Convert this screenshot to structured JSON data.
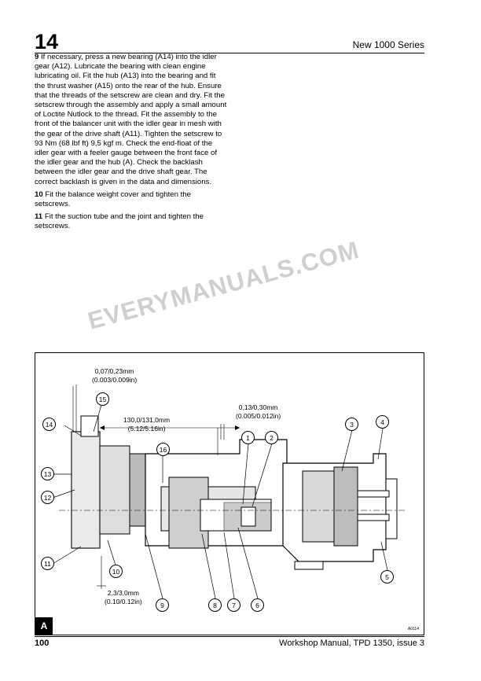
{
  "header": {
    "page_number": "14",
    "series": "New 1000 Series"
  },
  "steps": [
    {
      "num": "9",
      "text": "If necessary, press a new bearing (A14) into the idler gear (A12). Lubricate the bearing with clean engine lubricating oil. Fit the hub (A13) into the bearing and fit the thrust washer (A15) onto the rear of the hub. Ensure that the threads of the setscrew are clean and dry. Fit the setscrew through the assembly and apply a small amount of Loctite Nutlock to the thread. Fit the assembly to the front of the balancer unit with the idler gear in mesh with the gear of the drive shaft (A11). Tighten the setscrew to 93 Nm (68 lbf ft) 9,5 kgf m. Check the end-float of the idler gear with a feeler gauge between the front face of the idler gear and the hub (A). Check the backlash between the idler gear and the drive shaft gear. The correct backlash is given in the data and dimensions."
    },
    {
      "num": "10",
      "text": "Fit the balance weight cover and tighten the setscrews."
    },
    {
      "num": "11",
      "text": "Fit the suction tube and the joint and tighten the setscrews."
    }
  ],
  "watermark": "EVERYMANUALS.COM",
  "figure": {
    "letter": "A",
    "code": "A0114",
    "dimensions": {
      "d1_mm": "0,07/0,23mm",
      "d1_in": "(0.003/0.009in)",
      "d2_mm": "130,0/131,0mm",
      "d2_in": "(5.12/5.16in)",
      "d3_mm": "0,13/0,30mm",
      "d3_in": "(0.005/0.012in)",
      "d4_mm": "2,3/3,0mm",
      "d4_in": "(0.10/0.12in)"
    },
    "callouts": {
      "c1": "1",
      "c2": "2",
      "c3": "3",
      "c4": "4",
      "c5": "5",
      "c6": "6",
      "c7": "7",
      "c8": "8",
      "c9": "9",
      "c10": "10",
      "c11": "11",
      "c12": "12",
      "c13": "13",
      "c14": "14",
      "c15": "15",
      "c16": "16"
    }
  },
  "footer": {
    "page": "100",
    "manual": "Workshop Manual, TPD 1350, issue 3"
  }
}
